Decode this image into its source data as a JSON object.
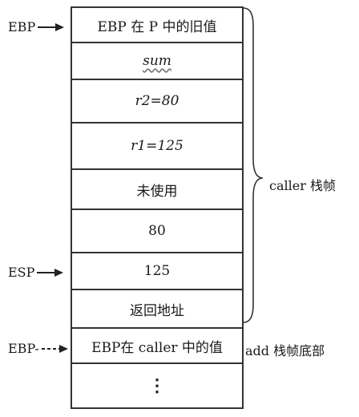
{
  "pointers": {
    "ebp_top": "EBP",
    "esp": "ESP",
    "ebp_bottom": "EBP-"
  },
  "cells": [
    {
      "text": "EBP 在 P 中的旧值",
      "style": "normal"
    },
    {
      "text": "sum",
      "style": "squiggle"
    },
    {
      "text": "r2=80",
      "style": "italic"
    },
    {
      "text": "r1=125",
      "style": "italic"
    },
    {
      "text": "未使用",
      "style": "normal"
    },
    {
      "text": "80",
      "style": "normal"
    },
    {
      "text": "125",
      "style": "normal"
    },
    {
      "text": "返回地址",
      "style": "normal"
    },
    {
      "text": "EBP在 caller 中的值",
      "style": "normal"
    },
    {
      "text": "⋮",
      "style": "normal"
    }
  ],
  "labels": {
    "caller_frame": "caller 栈帧",
    "add_frame_bottom": "add 栈帧底部"
  }
}
